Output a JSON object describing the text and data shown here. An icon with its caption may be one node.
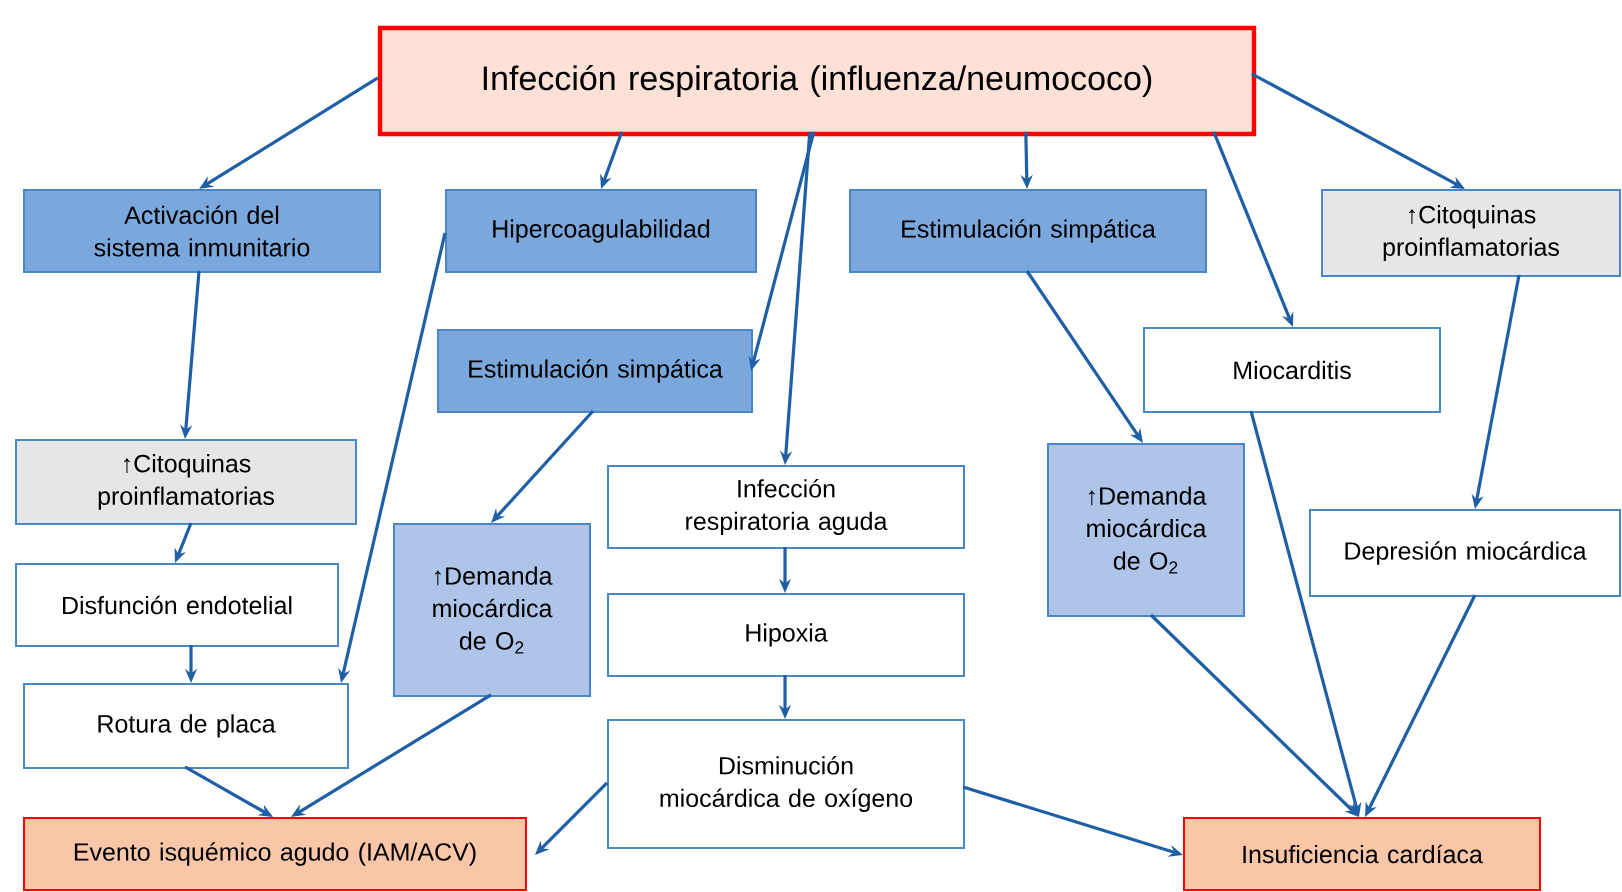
{
  "diagram": {
    "nodes": [
      {
        "text": [
          "Infección respiratoria (influenza/neumococo)"
        ]
      },
      {
        "text": [
          "Activación del sistema inmunitario"
        ]
      },
      {
        "text": [
          "Hipercoagulabilidad"
        ]
      },
      {
        "text": [
          "Estimulación simpática"
        ]
      },
      {
        "text": [
          "Estimulación simpática"
        ]
      },
      {
        "text": [
          "↑Citoquinas proinflamatorias"
        ]
      },
      {
        "text": [
          "Miocarditis"
        ]
      },
      {
        "text": [
          "↑Citoquinas proinflamatorias"
        ]
      },
      {
        "text": [
          "Infección respiratoria aguda"
        ]
      },
      {
        "text": [
          "↑Demanda miocárdica de O$_{2}$"
        ]
      },
      {
        "text": [
          "Disfunción endotelial"
        ]
      },
      {
        "text": [
          "Hipoxia"
        ]
      },
      {
        "text": [
          "↑Demanda miocárdica de O$_{2}$"
        ]
      },
      {
        "text": [
          "Depresión miocárdica"
        ]
      },
      {
        "text": [
          "Rotura de placa"
        ]
      },
      {
        "text": [
          "Disminución miocárdica de oxígeno"
        ]
      },
      {
        "text": [
          "Evento isquémico agudo (IAM/ACV)"
        ]
      },
      {
        "text": [
          "Insuficiencia cardíaca"
        ]
      }
    ],
    "edges": [
      {
        "from": 0,
        "to": 1,
        "arrow": "to"
      },
      {
        "from": 0,
        "to": 2,
        "arrow": "to"
      },
      {
        "from": 0,
        "to": 3,
        "arrow": "to"
      },
      {
        "from": 0,
        "to": 8,
        "arrow": "to"
      },
      {
        "from": 0,
        "to": 4,
        "arrow": "to"
      },
      {
        "from": 0,
        "to": 6,
        "arrow": "to"
      },
      {
        "from": 0,
        "to": 5,
        "arrow": "to"
      },
      {
        "from": 1,
        "to": 7,
        "arrow": "to"
      },
      {
        "from": 7,
        "to": 10,
        "arrow": "to"
      },
      {
        "from": 10,
        "to": 14,
        "arrow": "to"
      },
      {
        "from": 2,
        "to": 14,
        "arrow": "to"
      },
      {
        "from": 3,
        "to": 9,
        "arrow": "to"
      },
      {
        "from": 8,
        "to": 11,
        "arrow": "to"
      },
      {
        "from": 11,
        "to": 15,
        "arrow": "to"
      },
      {
        "from": 14,
        "to": 16,
        "arrow": "to"
      },
      {
        "from": 9,
        "to": 16,
        "arrow": "to"
      },
      {
        "from": 15,
        "to": 16,
        "arrow": "to"
      },
      {
        "from": 15,
        "to": 17,
        "arrow": "to"
      },
      {
        "from": 4,
        "to": 12,
        "arrow": "to"
      },
      {
        "from": 12,
        "to": 17,
        "arrow": "to"
      },
      {
        "from": 6,
        "to": 17,
        "arrow": "to"
      },
      {
        "from": 5,
        "to": 13,
        "arrow": "to"
      },
      {
        "from": 13,
        "to": 17,
        "arrow": "to"
      }
    ]
  }
}
